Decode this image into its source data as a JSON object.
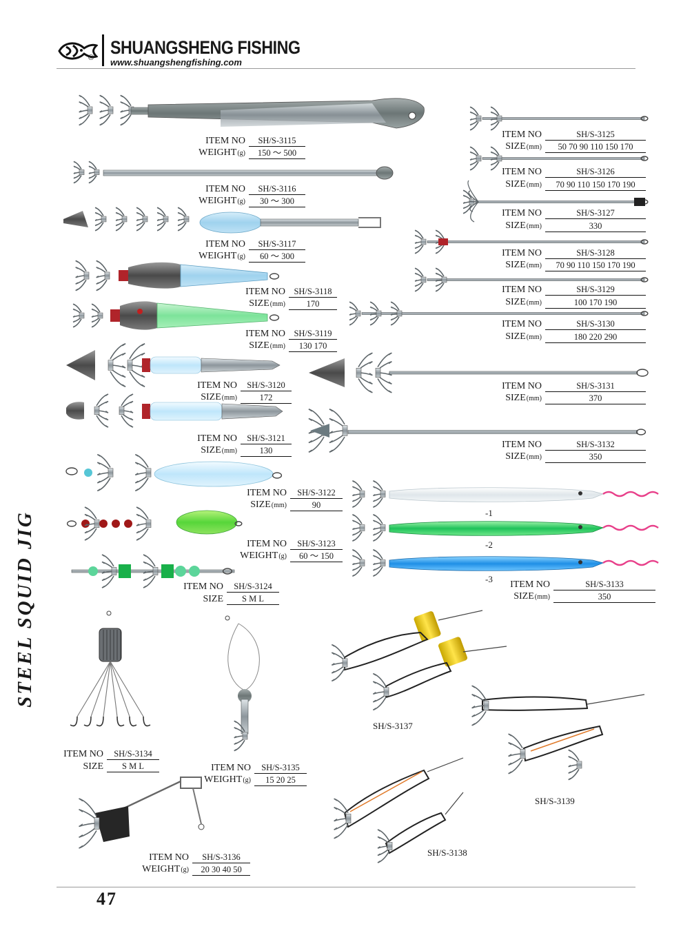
{
  "header": {
    "brand": "SHUANGSHENG FISHING",
    "website": "www.shuangshengfishing.com",
    "registered_mark": "®"
  },
  "vertical_title": "STEEL SQUID JIG",
  "page_number": "47",
  "colors": {
    "ink": "#1a1a1a",
    "blue_glow": "#9fd2ee",
    "green_glow": "#7de39a",
    "red_band": "#b0242a",
    "steel": "#8d969c",
    "pink_line": "#e8408a"
  },
  "labels": {
    "item_no": "ITEM NO",
    "weight": "WEIGHT",
    "size": "SIZE",
    "unit_g": "(g)",
    "unit_mm": "(mm)"
  },
  "items": {
    "i3115": {
      "code": "SH/S-3115",
      "value": "150 ～ 500"
    },
    "i3116": {
      "code": "SH/S-3116",
      "value": "30 ～ 300"
    },
    "i3117": {
      "code": "SH/S-3117",
      "value": "60 ～ 300"
    },
    "i3118": {
      "code": "SH/S-3118",
      "value": "170"
    },
    "i3119": {
      "code": "SH/S-3119",
      "value": "130 170"
    },
    "i3120": {
      "code": "SH/S-3120",
      "value": "172"
    },
    "i3121": {
      "code": "SH/S-3121",
      "value": "130"
    },
    "i3122": {
      "code": "SH/S-3122",
      "value": "90"
    },
    "i3123": {
      "code": "SH/S-3123",
      "value": "60 ～ 150"
    },
    "i3124": {
      "code": "SH/S-3124",
      "value": "S M L"
    },
    "i3125": {
      "code": "SH/S-3125",
      "value": "50 70 90 110 150 170"
    },
    "i3126": {
      "code": "SH/S-3126",
      "value": "70 90 110 150 170 190"
    },
    "i3127": {
      "code": "SH/S-3127",
      "value": "330"
    },
    "i3128": {
      "code": "SH/S-3128",
      "value": "70 90 110 150 170 190"
    },
    "i3129": {
      "code": "SH/S-3129",
      "value": "100 170 190"
    },
    "i3130": {
      "code": "SH/S-3130",
      "value": "180 220 290"
    },
    "i3131": {
      "code": "SH/S-3131",
      "value": "370"
    },
    "i3132": {
      "code": "SH/S-3132",
      "value": "350"
    },
    "i3133": {
      "code": "SH/S-3133",
      "value": "350"
    },
    "i3134": {
      "code": "SH/S-3134",
      "value": "S M L"
    },
    "i3135": {
      "code": "SH/S-3135",
      "value": "15 20 25"
    },
    "i3136": {
      "code": "SH/S-3136",
      "value": "20 30 40 50"
    }
  },
  "variants": {
    "v1": "-1",
    "v2": "-2",
    "v3": "-3"
  },
  "captions": {
    "c3137": "SH/S-3137",
    "c3138": "SH/S-3138",
    "c3139": "SH/S-3139"
  }
}
